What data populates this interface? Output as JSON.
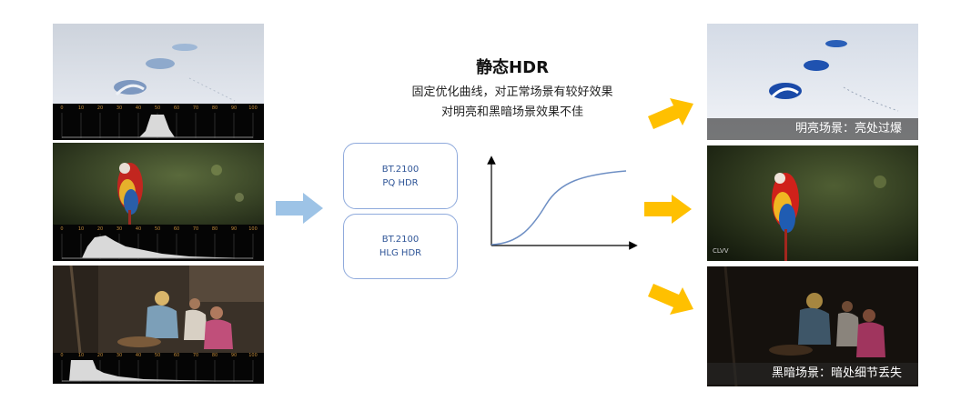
{
  "title": "静态HDR",
  "subtitle_lines": [
    "固定优化曲线，对正常场景有较好效果",
    "对明亮和黑暗场景效果不佳"
  ],
  "format_boxes": [
    {
      "line1": "BT.2100",
      "line2": "PQ HDR"
    },
    {
      "line1": "BT.2100",
      "line2": "HLG HDR"
    }
  ],
  "histogram_ticks": [
    "0",
    "10",
    "20",
    "30",
    "40",
    "50",
    "60",
    "70",
    "80",
    "90",
    "100"
  ],
  "output_captions": {
    "bright": "明亮场景：亮处过爆",
    "dark": "黑暗场景：暗处细节丢失"
  },
  "colors": {
    "input_arrow": "#9dc3e6",
    "output_arrow": "#ffc000",
    "box_border": "#8faadc",
    "box_text": "#2f5597",
    "curve": "#6e8fc4"
  },
  "icons": [
    "right-arrow-icon",
    "tone-curve-chart"
  ]
}
